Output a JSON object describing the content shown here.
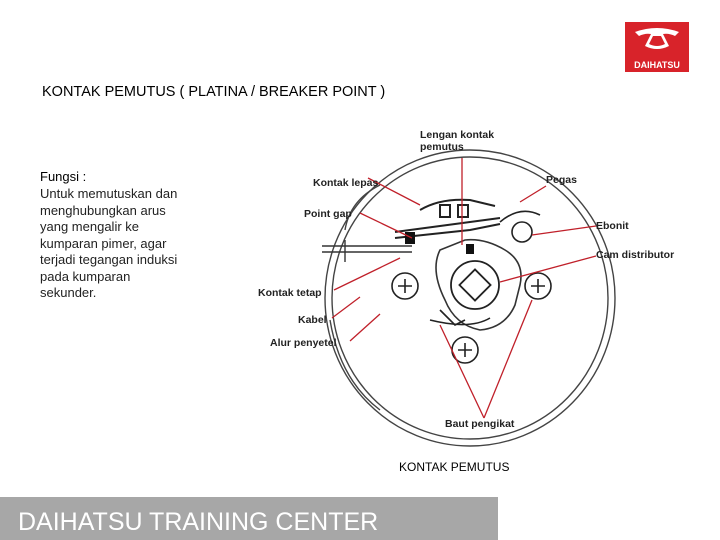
{
  "brand": {
    "logo_text": "DAIHATSU",
    "color": "#d8232a"
  },
  "title": "KONTAK PEMUTUS ( PLATINA / BREAKER POINT )",
  "fungsi": {
    "heading": "Fungsi :",
    "lines": [
      "Untuk memutuskan dan",
      "menghubungkan arus",
      "yang mengalir ke",
      "kumparan pimer, agar",
      "terjadi tegangan induksi",
      "pada kumparan",
      "sekunder."
    ]
  },
  "diagram": {
    "labels": {
      "lengan_kontak_1": "Lengan kontak",
      "lengan_kontak_2": "pemutus",
      "pegas": "Pegas",
      "kontak_lepas": "Kontak lepas",
      "point_gap": "Point gap",
      "ebonit": "Ebonit",
      "cam_distributor": "Cam distributor",
      "kontak_tetap": "Kontak tetap",
      "kabel": "Kabel",
      "alur_penyetel": "Alur penyetel",
      "baut_pengikat": "Baut pengikat"
    },
    "caption": "KONTAK PEMUTUS",
    "leader_color": "#c0202a"
  },
  "footer": {
    "text": "DAIHATSU TRAINING CENTER",
    "background": "#a7a7a7"
  }
}
